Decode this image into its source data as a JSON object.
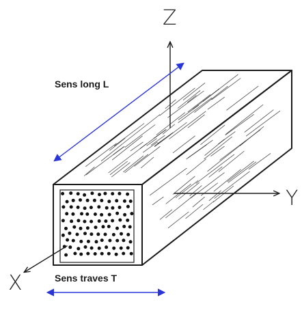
{
  "axes": {
    "z": "Z",
    "y": "Y",
    "x": "X"
  },
  "labels": {
    "long_direction": "Sens long L",
    "transverse_direction": "Sens traves T"
  },
  "colors": {
    "outline": "#1a1a1a",
    "direction_arrow": "#2a35d8",
    "background": "#ffffff"
  },
  "cross_section": {
    "pattern": "dots"
  }
}
